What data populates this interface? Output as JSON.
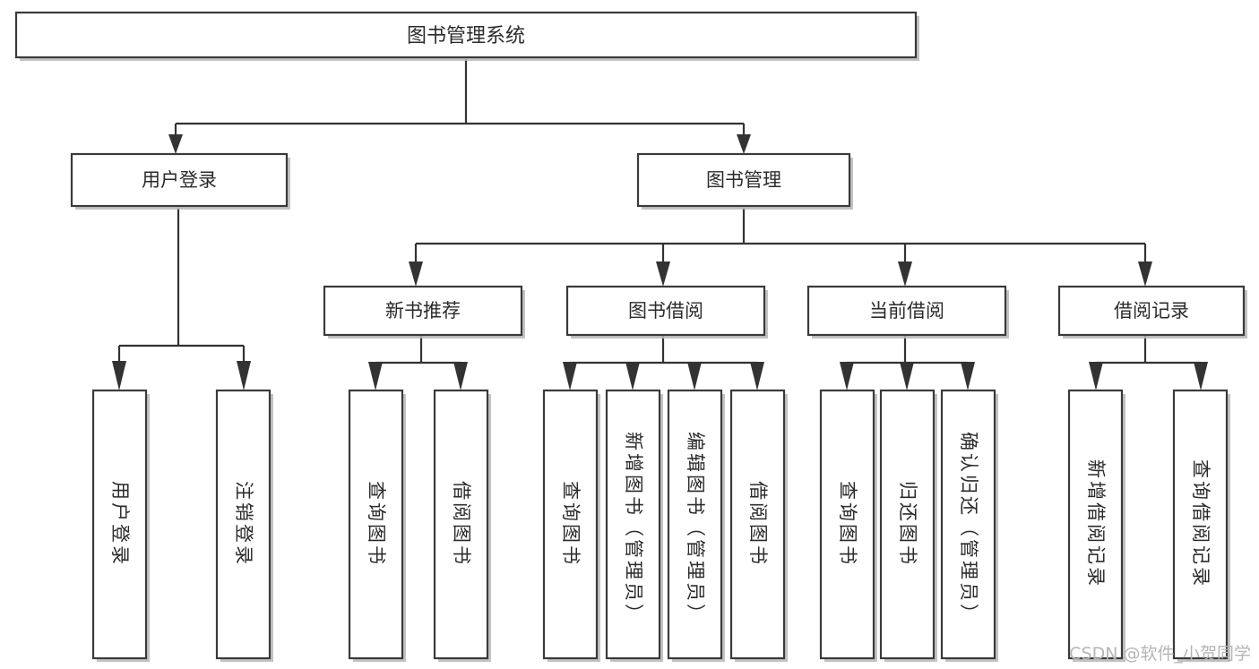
{
  "diagram": {
    "title": "图书管理系统",
    "watermark": "CSDN @软件_小贺同学",
    "colors": {
      "box_stroke": "#3a3a3a",
      "box_fill": "#ffffff",
      "connector": "#333333",
      "text": "#2b2b2b",
      "watermark": "#b5b5b5",
      "background": "#ffffff"
    },
    "root": {
      "label": "图书管理系统"
    },
    "level2": [
      {
        "label": "用户登录"
      },
      {
        "label": "图书管理"
      }
    ],
    "level3": [
      {
        "label": "新书推荐"
      },
      {
        "label": "图书借阅"
      },
      {
        "label": "当前借阅"
      },
      {
        "label": "借阅记录"
      }
    ],
    "leaves": {
      "user_login": [
        {
          "label": "用户登录"
        },
        {
          "label": "注销登录"
        }
      ],
      "new_book_recommend": [
        {
          "label": "查询图书"
        },
        {
          "label": "借阅图书"
        }
      ],
      "book_borrow": [
        {
          "label": "查询图书"
        },
        {
          "label": "新增图书（管理员）"
        },
        {
          "label": "编辑图书（管理员）"
        },
        {
          "label": "借阅图书"
        }
      ],
      "current_borrow": [
        {
          "label": "查询图书"
        },
        {
          "label": "归还图书"
        },
        {
          "label": "确认归还（管理员）"
        }
      ],
      "borrow_record": [
        {
          "label": "新增借阅记录"
        },
        {
          "label": "查询借阅记录"
        }
      ]
    }
  }
}
